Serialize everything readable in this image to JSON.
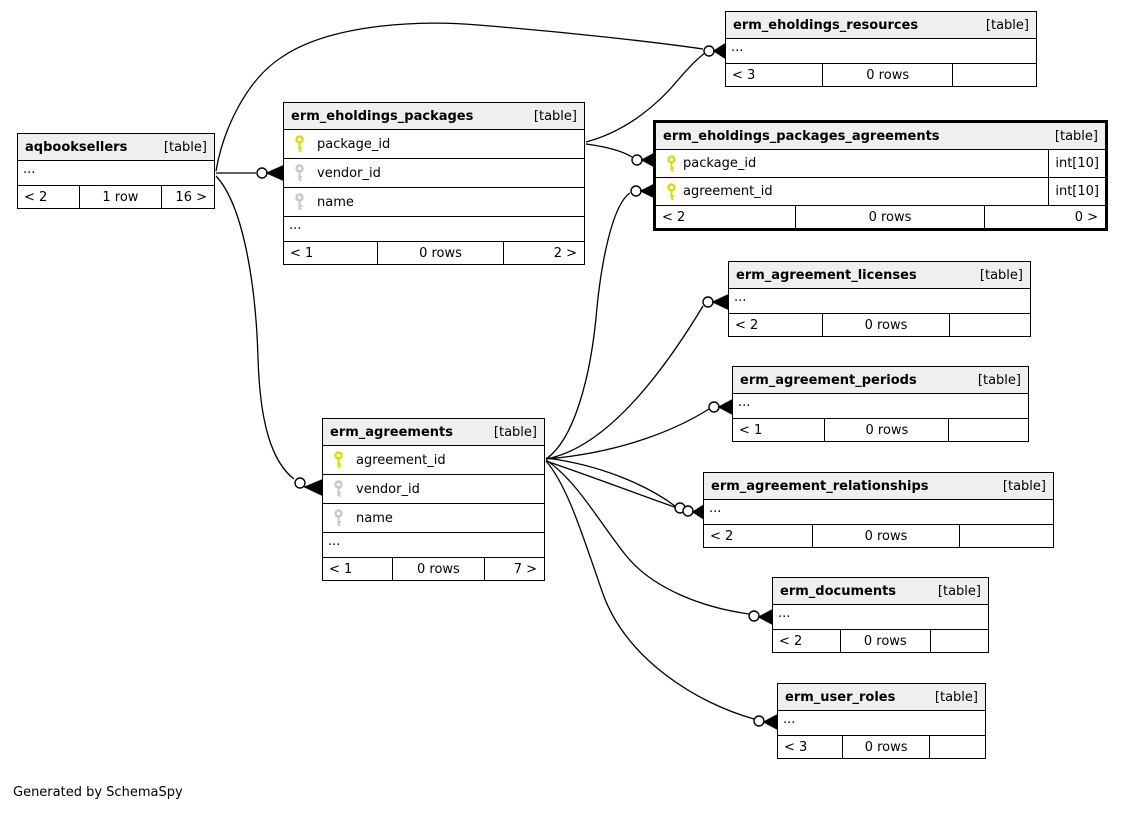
{
  "diagram": {
    "credit": "Generated by SchemaSpy",
    "colors": {
      "primary_key": "#dcdc00",
      "index_key": "#c8c8c8",
      "header_bg": "#efefef",
      "line": "#000000"
    }
  },
  "tables": [
    {
      "name": "aqbooksellers",
      "type_label": "[table]",
      "columns": [
        {
          "name": "..."
        }
      ],
      "footer": {
        "left": "< 2",
        "center": "1 row",
        "right": "16 >"
      }
    },
    {
      "name": "erm_eholdings_packages",
      "type_label": "[table]",
      "columns": [
        {
          "name": "package_id",
          "key": "primary"
        },
        {
          "name": "vendor_id",
          "key": "index"
        },
        {
          "name": "name",
          "key": "index"
        },
        {
          "name": "..."
        }
      ],
      "footer": {
        "left": "< 1",
        "center": "0 rows",
        "right": "2 >"
      }
    },
    {
      "name": "erm_eholdings_resources",
      "type_label": "[table]",
      "columns": [
        {
          "name": "..."
        }
      ],
      "footer": {
        "left": "< 3",
        "center": "0 rows",
        "right": ""
      }
    },
    {
      "name": "erm_eholdings_packages_agreements",
      "type_label": "[table]",
      "columns": [
        {
          "name": "package_id",
          "key": "primary",
          "type": "int[10]"
        },
        {
          "name": "agreement_id",
          "key": "primary",
          "type": "int[10]"
        }
      ],
      "footer": {
        "left": "< 2",
        "center": "0 rows",
        "right": "0 >"
      }
    },
    {
      "name": "erm_agreement_licenses",
      "type_label": "[table]",
      "columns": [
        {
          "name": "..."
        }
      ],
      "footer": {
        "left": "< 2",
        "center": "0 rows",
        "right": ""
      }
    },
    {
      "name": "erm_agreement_periods",
      "type_label": "[table]",
      "columns": [
        {
          "name": "..."
        }
      ],
      "footer": {
        "left": "< 1",
        "center": "0 rows",
        "right": ""
      }
    },
    {
      "name": "erm_agreements",
      "type_label": "[table]",
      "columns": [
        {
          "name": "agreement_id",
          "key": "primary"
        },
        {
          "name": "vendor_id",
          "key": "index"
        },
        {
          "name": "name",
          "key": "index"
        },
        {
          "name": "..."
        }
      ],
      "footer": {
        "left": "< 1",
        "center": "0 rows",
        "right": "7 >"
      }
    },
    {
      "name": "erm_agreement_relationships",
      "type_label": "[table]",
      "columns": [
        {
          "name": "..."
        }
      ],
      "footer": {
        "left": "< 2",
        "center": "0 rows",
        "right": ""
      }
    },
    {
      "name": "erm_documents",
      "type_label": "[table]",
      "columns": [
        {
          "name": "..."
        }
      ],
      "footer": {
        "left": "< 2",
        "center": "0 rows",
        "right": ""
      }
    },
    {
      "name": "erm_user_roles",
      "type_label": "[table]",
      "columns": [
        {
          "name": "..."
        }
      ],
      "footer": {
        "left": "< 3",
        "center": "0 rows",
        "right": ""
      }
    }
  ],
  "relationships": [
    {
      "from": "aqbooksellers",
      "to": "erm_eholdings_packages.vendor_id"
    },
    {
      "from": "aqbooksellers",
      "to": "erm_eholdings_resources"
    },
    {
      "from": "aqbooksellers",
      "to": "erm_agreements.vendor_id"
    },
    {
      "from": "erm_eholdings_packages.package_id",
      "to": "erm_eholdings_resources"
    },
    {
      "from": "erm_eholdings_packages.package_id",
      "to": "erm_eholdings_packages_agreements.package_id"
    },
    {
      "from": "erm_agreements.agreement_id",
      "to": "erm_eholdings_packages_agreements.agreement_id"
    },
    {
      "from": "erm_agreements.agreement_id",
      "to": "erm_agreement_licenses"
    },
    {
      "from": "erm_agreements.agreement_id",
      "to": "erm_agreement_periods"
    },
    {
      "from": "erm_agreements.agreement_id",
      "to": "erm_agreement_relationships"
    },
    {
      "from": "erm_agreements.agreement_id",
      "to": "erm_agreement_relationships"
    },
    {
      "from": "erm_agreements.agreement_id",
      "to": "erm_documents"
    },
    {
      "from": "erm_agreements.agreement_id",
      "to": "erm_user_roles"
    }
  ]
}
